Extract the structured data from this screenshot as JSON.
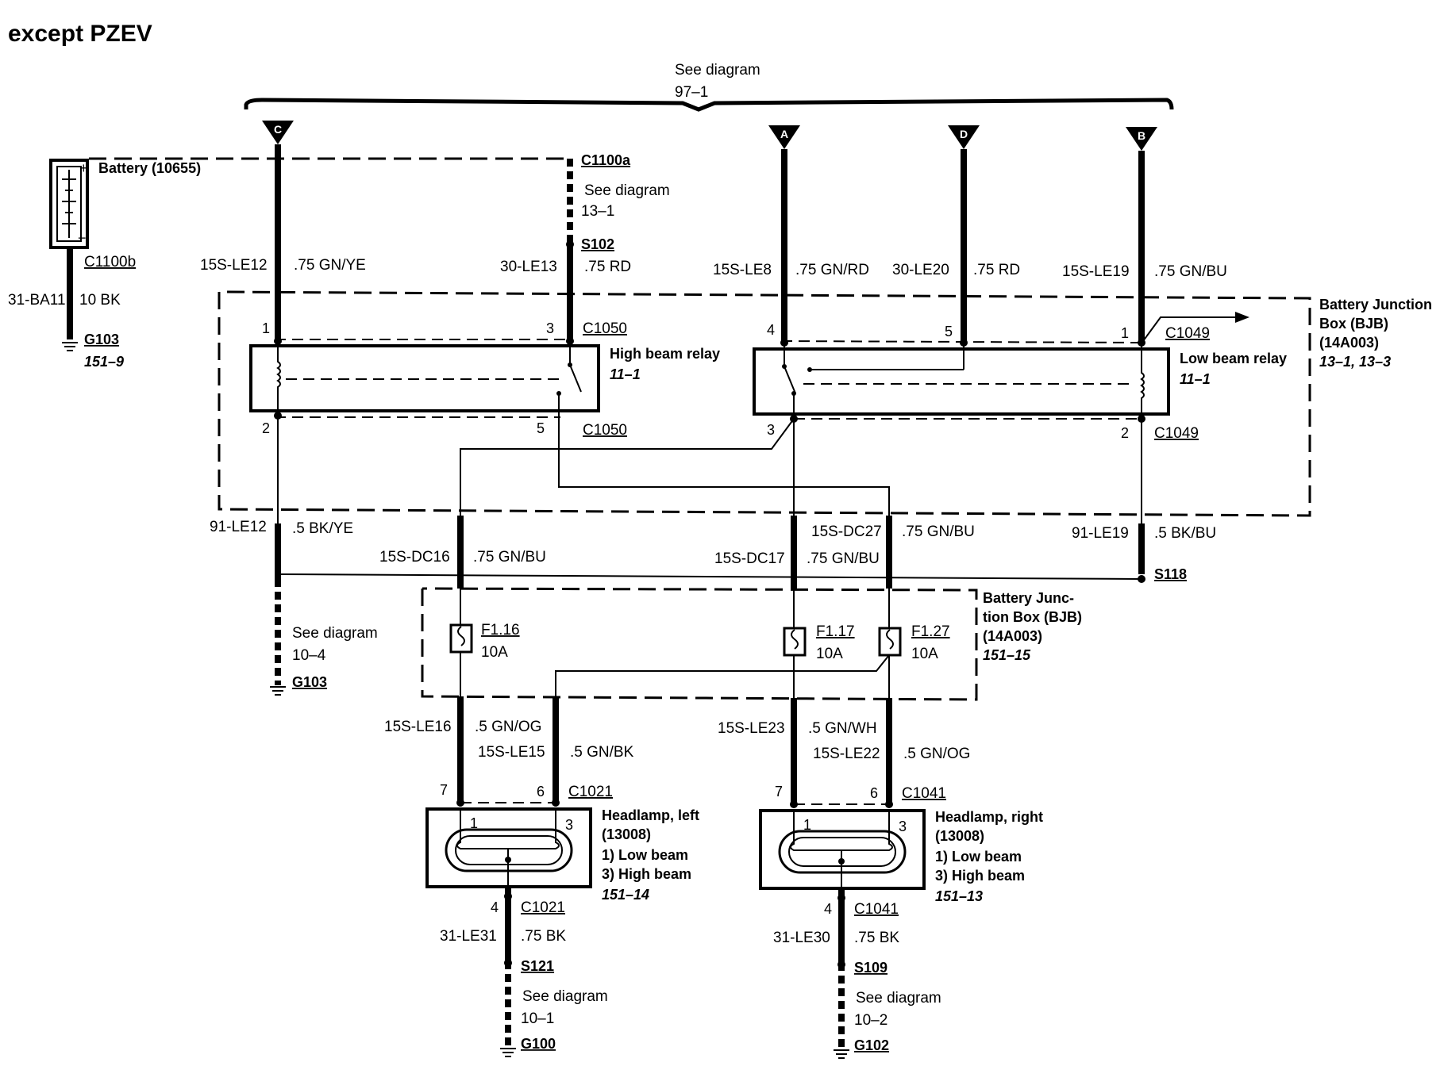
{
  "title": "except PZEV",
  "top_reference": {
    "line1": "See diagram",
    "line2": "97–1"
  },
  "connectors_top": [
    "C",
    "A",
    "D",
    "B"
  ],
  "battery": {
    "label": "Battery (10655)",
    "connector": "C1100b",
    "wire_circuit": "31-BA11",
    "wire_color": "10 BK",
    "ground": "G103",
    "ground_ref": "151–9"
  },
  "c1100a": {
    "connector": "C1100a",
    "ref_line1": "See diagram",
    "ref_line2": "13–1",
    "splice": "S102"
  },
  "wires_top": [
    {
      "circuit": "15S-LE12",
      "color": ".75 GN/YE"
    },
    {
      "circuit": "30-LE13",
      "color": ".75 RD"
    },
    {
      "circuit": "15S-LE8",
      "color": ".75 GN/RD"
    },
    {
      "circuit": "30-LE20",
      "color": ".75 RD"
    },
    {
      "circuit": "15S-LE19",
      "color": ".75 GN/BU"
    }
  ],
  "bjb_upper": {
    "line1": "Battery Junction",
    "line2": "Box (BJB)",
    "line3": "(14A003)",
    "ref": "13–1, 13–3"
  },
  "high_beam_relay": {
    "label": "High beam relay",
    "ref": "11–1",
    "pins": [
      "1",
      "3",
      "2",
      "5"
    ],
    "connector_top": "C1050",
    "connector_bottom": "C1050"
  },
  "low_beam_relay": {
    "label": "Low beam relay",
    "ref": "11–1",
    "pins": [
      "4",
      "5",
      "1",
      "3",
      "2"
    ],
    "connector_top": "C1049",
    "connector_bottom": "C1049"
  },
  "wires_mid": [
    {
      "circuit": "91-LE12",
      "color": ".5 BK/YE"
    },
    {
      "circuit": "15S-DC16",
      "color": ".75 GN/BU"
    },
    {
      "circuit": "15S-DC27",
      "color": ".75 GN/BU"
    },
    {
      "circuit": "15S-DC17",
      "color": ".75 GN/BU"
    },
    {
      "circuit": "91-LE19",
      "color": ".5 BK/BU"
    }
  ],
  "splice_s118": "S118",
  "left_ground_ref": {
    "line1": "See diagram",
    "line2": "10–4",
    "ground": "G103"
  },
  "bjb_lower": {
    "line1": "Battery Junc-",
    "line2": "tion Box (BJB)",
    "line3": "(14A003)",
    "ref": "151–15"
  },
  "fuses": [
    {
      "id": "F1.16",
      "rating": "10A"
    },
    {
      "id": "F1.17",
      "rating": "10A"
    },
    {
      "id": "F1.27",
      "rating": "10A"
    }
  ],
  "wires_lower": [
    {
      "circuit": "15S-LE16",
      "color": ".5 GN/OG"
    },
    {
      "circuit": "15S-LE15",
      "color": ".5 GN/BK"
    },
    {
      "circuit": "15S-LE23",
      "color": ".5 GN/WH"
    },
    {
      "circuit": "15S-LE22",
      "color": ".5 GN/OG"
    }
  ],
  "headlamp_left": {
    "label": "Headlamp, left",
    "part": "(13008)",
    "beam1": "1)    Low beam",
    "beam3": "3)    High beam",
    "ref": "151–14",
    "connector": "C1021",
    "pins": [
      "7",
      "6",
      "1",
      "3",
      "4"
    ],
    "ground_connector": "C1021",
    "ground_circuit": "31-LE31",
    "ground_color": ".75 BK",
    "splice": "S121",
    "ref_line1": "See diagram",
    "ref_line2": "10–1",
    "ground": "G100"
  },
  "headlamp_right": {
    "label": "Headlamp, right",
    "part": "(13008)",
    "beam1": "1)    Low beam",
    "beam3": "3)    High beam",
    "ref": "151–13",
    "connector": "C1041",
    "pins": [
      "7",
      "6",
      "1",
      "3",
      "4"
    ],
    "ground_connector": "C1041",
    "ground_circuit": "31-LE30",
    "ground_color": ".75 BK",
    "splice": "S109",
    "ref_line1": "See diagram",
    "ref_line2": "10–2",
    "ground": "G102"
  }
}
